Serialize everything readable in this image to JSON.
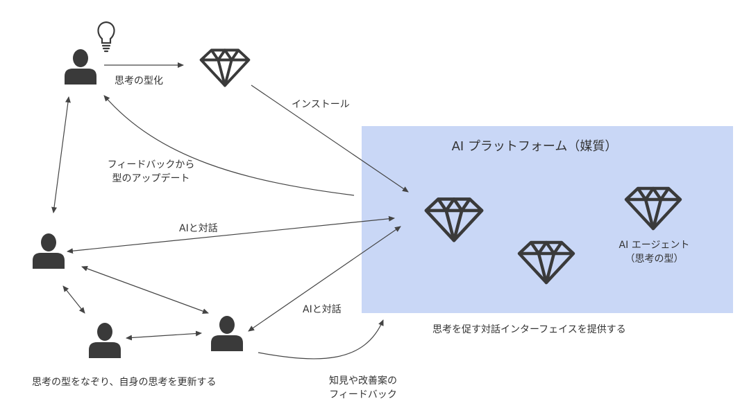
{
  "labels": {
    "typify": "思考の型化",
    "install": "インストール",
    "feedback_update_1": "フィードバックから",
    "feedback_update_2": "型のアップデート",
    "dialogue_top": "AIと対話",
    "dialogue_right": "AIと対話",
    "platform_title": "AI プラットフォーム（媒質）",
    "agent_1": "AI エージェント",
    "agent_2": "（思考の型）",
    "provide": "思考を促す対話インターフェイスを提供する",
    "trace": "思考の型をなぞり、自身の思考を更新する",
    "knowledge_1": "知見や改善案の",
    "knowledge_2": "フィードバック"
  },
  "icons": [
    "person-icon",
    "lightbulb-icon",
    "diamond-icon"
  ],
  "colors": {
    "platform_bg": "#c9d7f6",
    "icon": "#3a3a3a",
    "arrow": "#444444"
  }
}
